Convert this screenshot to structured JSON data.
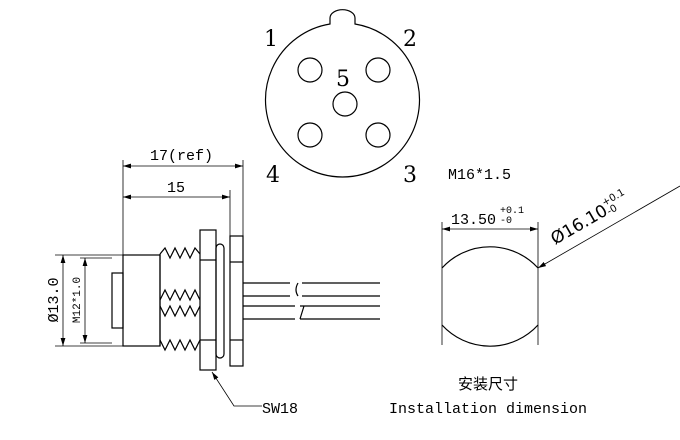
{
  "pin_face": {
    "pins": [
      "1",
      "2",
      "3",
      "4",
      "5"
    ]
  },
  "side_view": {
    "dim_total": "17(ref)",
    "dim_length": "15",
    "dim_outer": "Ø13.0",
    "dim_thread": "M12*1.0",
    "wrench": "SW18"
  },
  "install": {
    "thread": "M16*1.5",
    "width": "13.50",
    "width_tol_plus": "+0.1",
    "width_tol_minus": "-0",
    "diameter": "Ø16.10",
    "dia_tol_plus": "+0.1",
    "dia_tol_minus": "-0",
    "title_cn": "安装尺寸",
    "title_en": "Installation dimension"
  }
}
